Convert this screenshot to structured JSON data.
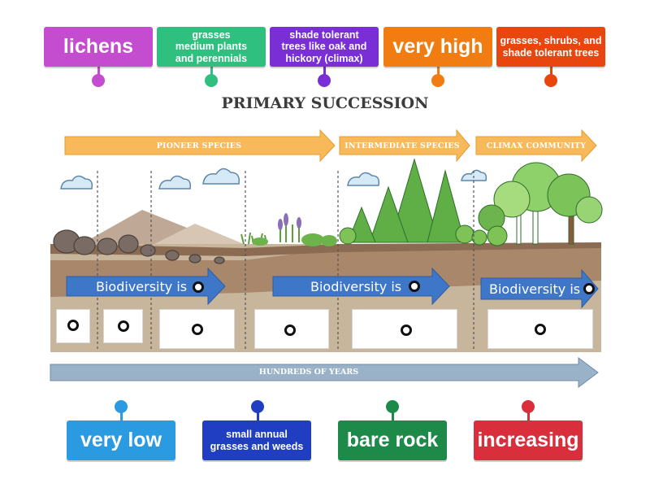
{
  "title": "PRIMARY SUCCESSION",
  "stages": {
    "pioneer": "PIONEER SPECIES",
    "intermediate": "INTERMEDIATE SPECIES",
    "climax": "CLIMAX COMMUNITY"
  },
  "timeline_label": "HUNDREDS OF YEARS",
  "biodiversity_text": "Biodiversity is",
  "top_tiles": [
    {
      "label": "lichens",
      "color": "#c44ccf"
    },
    {
      "label": "grasses\nmedium plants\nand perennials",
      "color": "#2fbf7e"
    },
    {
      "label": "shade tolerant\ntrees like oak and\nhickory (climax)",
      "color": "#7a2fd6"
    },
    {
      "label": "very high",
      "color": "#f07c12"
    },
    {
      "label": "grasses, shrubs, and\nshade tolerant trees",
      "color": "#e8450f"
    }
  ],
  "bottom_tiles": [
    {
      "label": "very low",
      "color": "#2a9be0"
    },
    {
      "label": "small annual\ngrasses and weeds",
      "color": "#1f3ec2"
    },
    {
      "label": "bare rock",
      "color": "#1e8a4a"
    },
    {
      "label": "increasing",
      "color": "#d92e3c"
    }
  ]
}
